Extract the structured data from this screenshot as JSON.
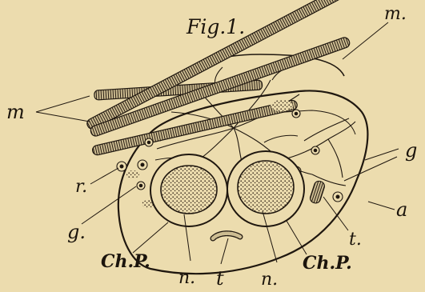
{
  "figure": {
    "title": "Fig.1.",
    "labels": {
      "m_top_right": "m.",
      "m_left": "m",
      "g_right": "g",
      "r": "r.",
      "g_left": "g.",
      "a": "a",
      "t_right": "t.",
      "chp_left": "Ch.P.",
      "chp_right": "Ch.P.",
      "n_left": "n.",
      "t_bottom": "t",
      "n_right": "n."
    }
  },
  "colors": {
    "paper": "#ecdcae",
    "ink": "#1f170f",
    "fibre_fill": "#cdbd92",
    "stipple": "#5a4a35"
  }
}
